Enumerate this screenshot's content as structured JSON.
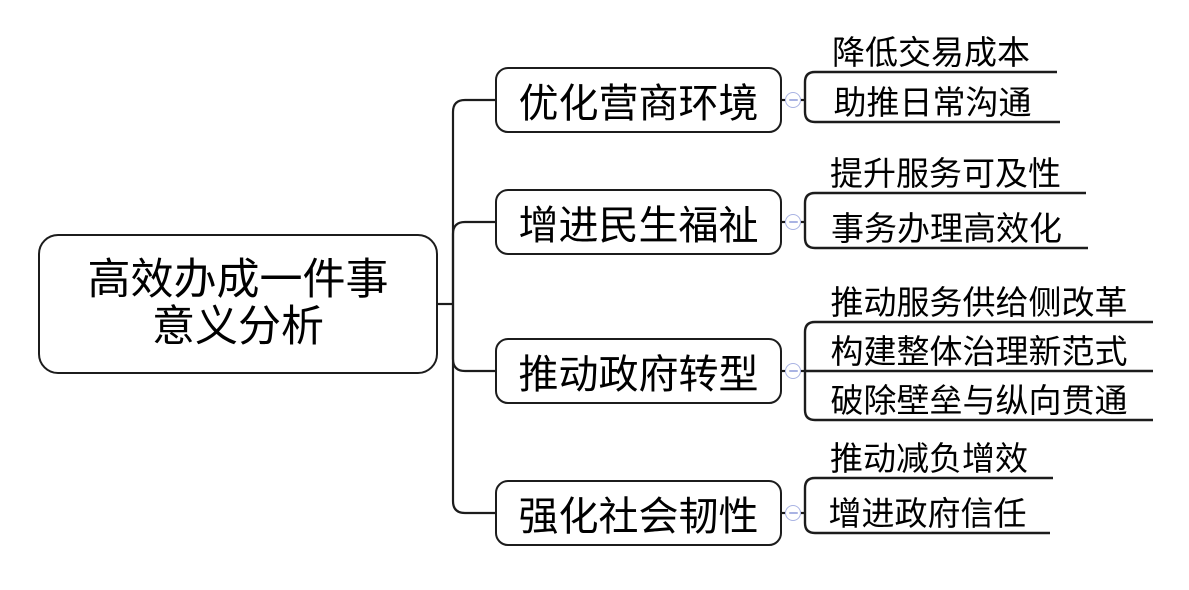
{
  "diagram": {
    "type": "mindmap",
    "root": {
      "lines": [
        "高效办成一件事",
        "意义分析"
      ]
    },
    "branches": [
      {
        "label": "优化营商环境",
        "toggle": "minus",
        "children": [
          "降低交易成本",
          "助推日常沟通"
        ]
      },
      {
        "label": "增进民生福祉",
        "toggle": "minus",
        "children": [
          "提升服务可及性",
          "事务办理高效化"
        ]
      },
      {
        "label": "推动政府转型",
        "toggle": "minus",
        "children": [
          "推动服务供给侧改革",
          "构建整体治理新范式",
          "破除壁垒与纵向贯通"
        ]
      },
      {
        "label": "强化社会韧性",
        "toggle": "minus",
        "children": [
          "推动减负增效",
          "增进政府信任"
        ]
      }
    ],
    "colors": {
      "line": "#1c1c1c",
      "toggle": "#a9b3e3",
      "background": "#ffffff",
      "text": "#000000"
    }
  }
}
